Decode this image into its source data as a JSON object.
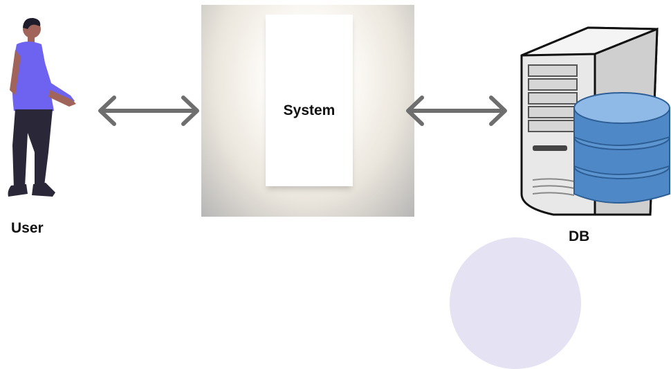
{
  "diagram": {
    "nodes": [
      {
        "id": "user",
        "label": "User",
        "icon": "person-icon"
      },
      {
        "id": "system",
        "label": "System"
      },
      {
        "id": "db",
        "label": "DB",
        "icon": "database-server-icon"
      }
    ],
    "edges": [
      {
        "from": "user",
        "to": "system",
        "direction": "bidirectional"
      },
      {
        "from": "system",
        "to": "db",
        "direction": "bidirectional"
      }
    ]
  },
  "colors": {
    "arrow": "#6e6e6e",
    "shirt": "#6e63f0",
    "pants": "#2a2838",
    "skin": "#a0645a",
    "db_blue": "#4f88c6"
  }
}
